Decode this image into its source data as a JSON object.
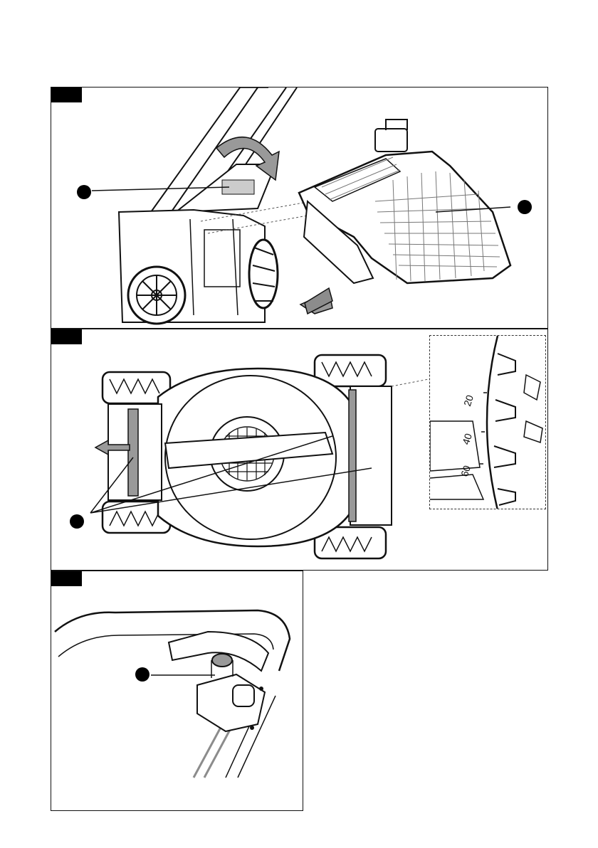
{
  "cut_height_scale": {
    "labels": [
      "20",
      "40",
      "60"
    ]
  },
  "colors": {
    "ink": "#111111",
    "arrow_grey": "#8c8c8c",
    "light_grey": "#d9d9d9"
  }
}
